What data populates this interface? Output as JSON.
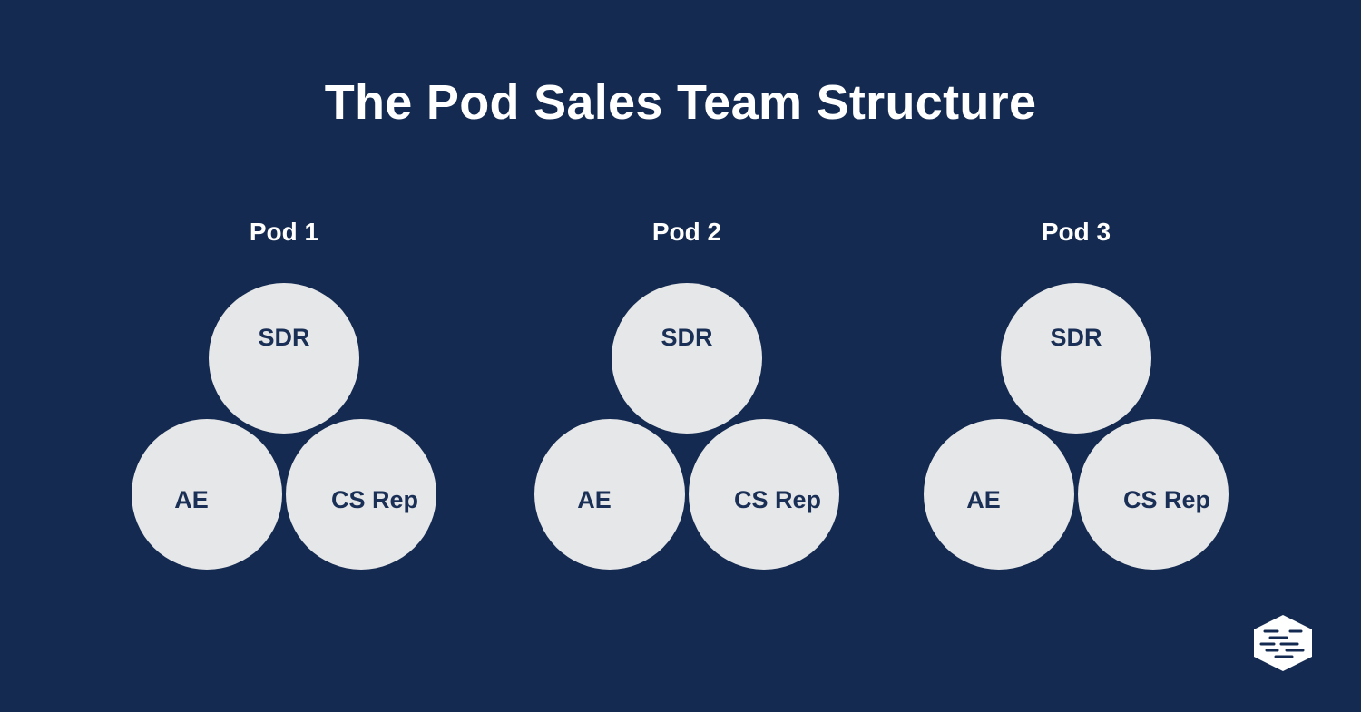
{
  "title": "The Pod Sales Team Structure",
  "colors": {
    "background": "#142a50",
    "circle": "#e6e7e9",
    "sdr_ae_overlap": "#ef4058",
    "ae_overlap": "#f5821f",
    "cs_overlap": "#36a8ec",
    "label": "#1a2f55"
  },
  "pods": [
    {
      "label": "Pod 1",
      "sdr": "SDR",
      "ae": "AE",
      "cs": "CS Rep"
    },
    {
      "label": "Pod 2",
      "sdr": "SDR",
      "ae": "AE",
      "cs": "CS Rep"
    },
    {
      "label": "Pod 3",
      "sdr": "SDR",
      "ae": "AE",
      "cs": "CS Rep"
    }
  ],
  "logo": {
    "icon": "cube-logo-icon"
  }
}
